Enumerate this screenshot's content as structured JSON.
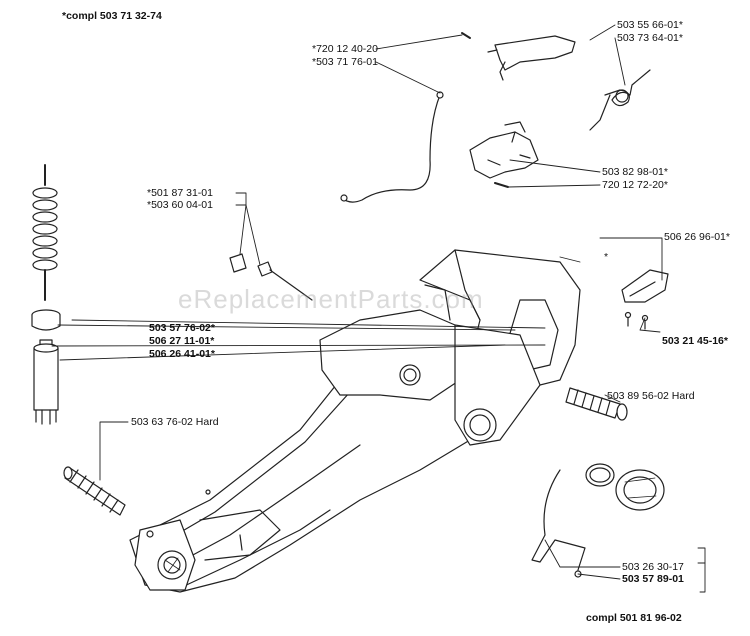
{
  "watermark": "eReplacementParts.com",
  "labels": {
    "compl_top": "*compl 503 71 32-74",
    "p_720_12_40_20": "*720 12 40-20",
    "p_503_71_76_01": "*503 71 76-01",
    "p_503_55_66_01": "503 55 66-01*",
    "p_503_73_64_01": "503 73 64-01*",
    "p_503_82_98_01": "503 82 98-01*",
    "p_720_12_72_20": "720 12 72-20*",
    "p_501_87_31_01": "*501 87 31-01",
    "p_503_60_04_01": "*503 60 04-01",
    "asterisk_tank": "*",
    "p_506_26_96_01": "506 26 96-01*",
    "p_503_21_45_16": "503 21 45-16*",
    "p_503_57_76_02": "503 57 76-02*",
    "p_506_27_11_01": "506 27 11-01*",
    "p_506_26_41_01": "506 26 41-01*",
    "p_503_89_56_02": "503 89 56-02 Hard",
    "p_503_63_76_02": "503 63 76-02 Hard",
    "p_503_26_30_17": "503 26 30-17",
    "p_503_57_89_01": "503 57 89-01",
    "compl_bottom": "compl 501 81 96-02"
  },
  "colors": {
    "line": "#222222",
    "fill": "#ffffff"
  }
}
